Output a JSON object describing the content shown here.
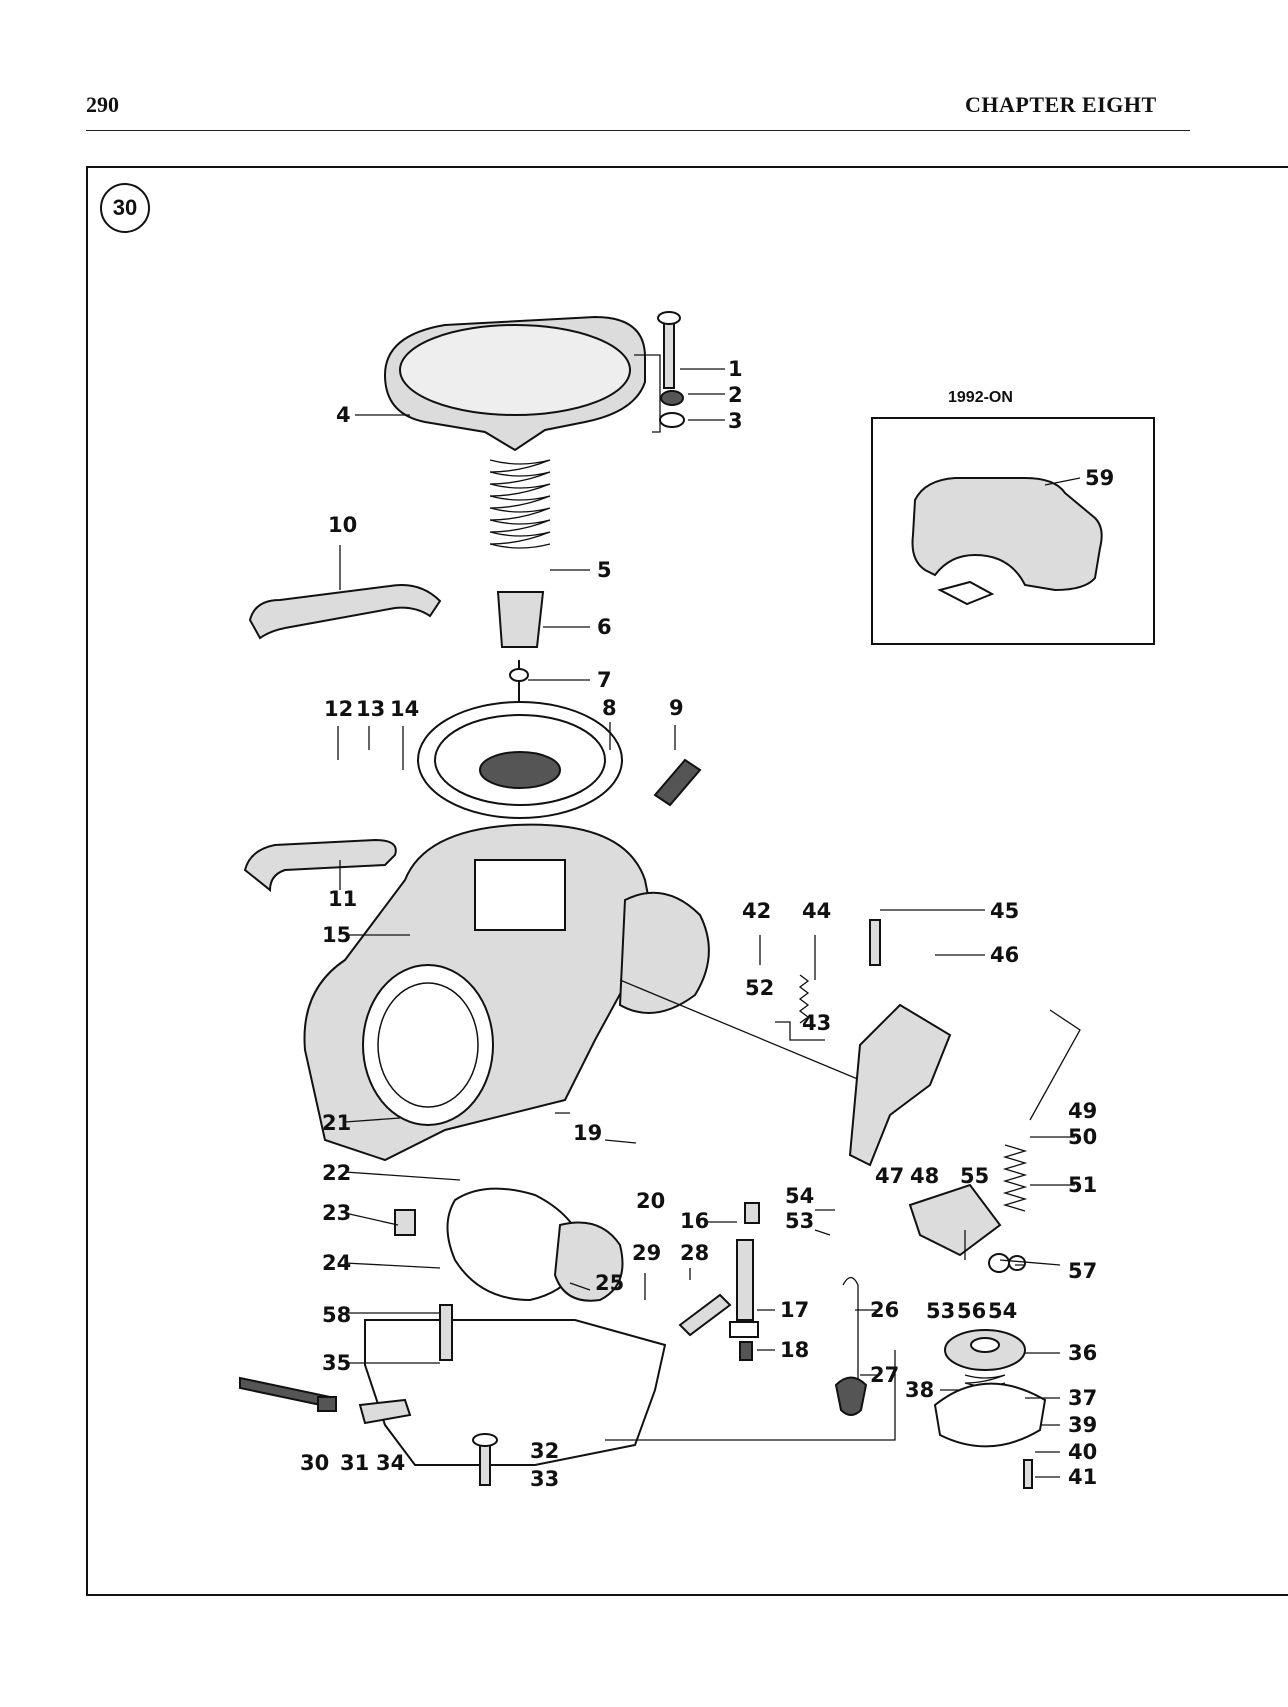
{
  "header": {
    "page_number": "290",
    "chapter": "CHAPTER EIGHT"
  },
  "figure": {
    "number": "30",
    "inset_title": "1992-ON",
    "labels": [
      {
        "id": "1",
        "text": "1"
      },
      {
        "id": "2",
        "text": "2"
      },
      {
        "id": "3",
        "text": "3"
      },
      {
        "id": "4",
        "text": "4"
      },
      {
        "id": "5",
        "text": "5"
      },
      {
        "id": "6",
        "text": "6"
      },
      {
        "id": "7",
        "text": "7"
      },
      {
        "id": "8",
        "text": "8"
      },
      {
        "id": "9",
        "text": "9"
      },
      {
        "id": "10",
        "text": "10"
      },
      {
        "id": "11",
        "text": "11"
      },
      {
        "id": "12",
        "text": "12"
      },
      {
        "id": "13",
        "text": "13"
      },
      {
        "id": "14",
        "text": "14"
      },
      {
        "id": "15",
        "text": "15"
      },
      {
        "id": "16",
        "text": "16"
      },
      {
        "id": "17",
        "text": "17"
      },
      {
        "id": "18",
        "text": "18"
      },
      {
        "id": "19",
        "text": "19"
      },
      {
        "id": "20",
        "text": "20"
      },
      {
        "id": "21",
        "text": "21"
      },
      {
        "id": "22",
        "text": "22"
      },
      {
        "id": "23",
        "text": "23"
      },
      {
        "id": "24",
        "text": "24"
      },
      {
        "id": "25",
        "text": "25"
      },
      {
        "id": "26",
        "text": "26"
      },
      {
        "id": "27",
        "text": "27"
      },
      {
        "id": "28",
        "text": "28"
      },
      {
        "id": "29",
        "text": "29"
      },
      {
        "id": "30",
        "text": "30"
      },
      {
        "id": "31",
        "text": "31"
      },
      {
        "id": "32",
        "text": "32"
      },
      {
        "id": "33",
        "text": "33"
      },
      {
        "id": "34",
        "text": "34"
      },
      {
        "id": "35",
        "text": "35"
      },
      {
        "id": "36",
        "text": "36"
      },
      {
        "id": "37",
        "text": "37"
      },
      {
        "id": "38",
        "text": "38"
      },
      {
        "id": "39",
        "text": "39"
      },
      {
        "id": "40",
        "text": "40"
      },
      {
        "id": "41",
        "text": "41"
      },
      {
        "id": "42",
        "text": "42"
      },
      {
        "id": "43",
        "text": "43"
      },
      {
        "id": "44",
        "text": "44"
      },
      {
        "id": "45",
        "text": "45"
      },
      {
        "id": "46",
        "text": "46"
      },
      {
        "id": "47",
        "text": "47"
      },
      {
        "id": "48",
        "text": "48"
      },
      {
        "id": "49",
        "text": "49"
      },
      {
        "id": "50",
        "text": "50"
      },
      {
        "id": "51",
        "text": "51"
      },
      {
        "id": "52",
        "text": "52"
      },
      {
        "id": "53a",
        "text": "53"
      },
      {
        "id": "53b",
        "text": "53"
      },
      {
        "id": "54a",
        "text": "54"
      },
      {
        "id": "54b",
        "text": "54"
      },
      {
        "id": "55",
        "text": "55"
      },
      {
        "id": "56",
        "text": "56"
      },
      {
        "id": "57",
        "text": "57"
      },
      {
        "id": "58",
        "text": "58"
      },
      {
        "id": "59",
        "text": "59"
      }
    ]
  }
}
